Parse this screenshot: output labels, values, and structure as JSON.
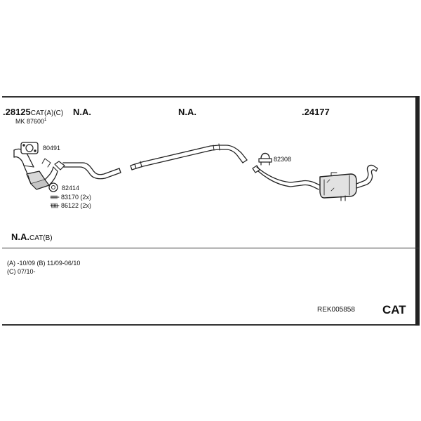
{
  "header": {
    "item1_number": ".28125",
    "item1_suffix": "CAT(A)(C)",
    "item1_mk": "MK 87600",
    "item1_mk_mark": "1",
    "item2": "N.A.",
    "item3": "N.A.",
    "item4": ".24177"
  },
  "parts": {
    "p80491": "80491",
    "p82414": "82414",
    "p83170": "83170 (2x)",
    "p86122": "86122 (2x)",
    "p82308": "82308"
  },
  "lower": {
    "na_cat": "N.A.",
    "na_cat_suffix": "CAT(B)"
  },
  "notes": {
    "line1": "(A) -10/09 (B) 11/09-06/10",
    "line2": "(C) 07/10-"
  },
  "footer": {
    "reference": "REK005858",
    "type": "CAT"
  }
}
